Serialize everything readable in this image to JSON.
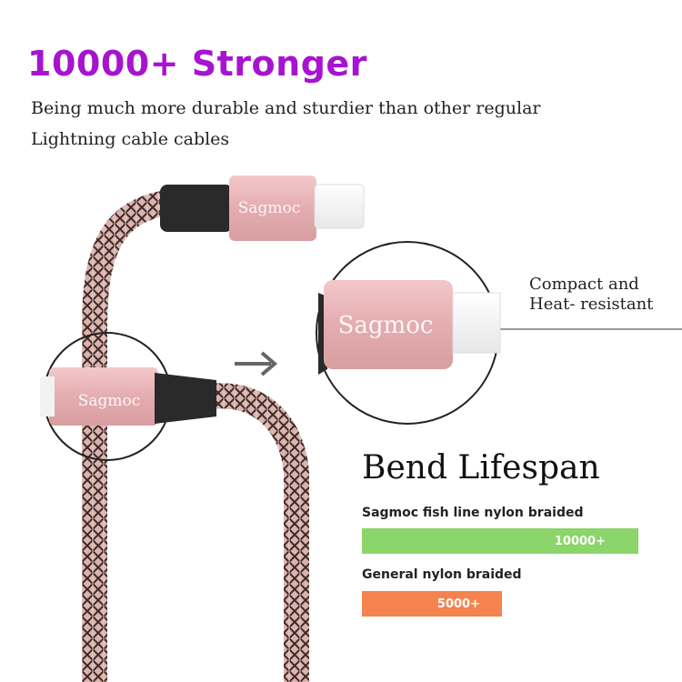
{
  "headline": "10000+ Stronger",
  "subtitle_line1": "Being much more durable and sturdier than other regular",
  "subtitle_line2": "Lightning cable cables",
  "brand": "Sagmoc",
  "callout_line1": "Compact and",
  "callout_line2": "Heat- resistant",
  "bend": {
    "title": "Bend Lifespan",
    "bars": [
      {
        "label": "Sagmoc fish line nylon braided",
        "value_text": "10000+",
        "value": 10000,
        "color": "#8bd56a"
      },
      {
        "label": "General nylon braided",
        "value_text": "5000+",
        "value": 5000,
        "color": "#f5834e"
      }
    ]
  },
  "colors": {
    "headline": "#a614cf",
    "connector": "#e6b3b5",
    "braid": "#dcb3ac"
  },
  "icons": [
    "arrow-right-icon"
  ]
}
